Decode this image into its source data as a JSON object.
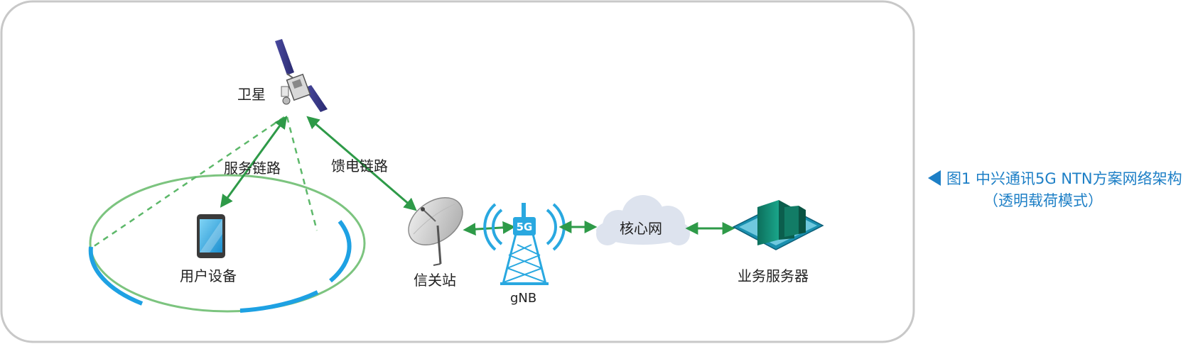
{
  "diagram": {
    "nodes": {
      "satellite": "卫星",
      "user_device": "用户设备",
      "gateway": "信关站",
      "gnb": "gNB",
      "gnb_badge": "5G",
      "core_network": "核心网",
      "app_server": "业务服务器"
    },
    "links": {
      "service_link": "服务链路",
      "feeder_link": "馈电链路"
    },
    "colors": {
      "link_arrow": "#2e9a48",
      "coverage_ring": "#7cc47f",
      "coverage_segment": "#1ea1e3",
      "frame_border": "#c8c8c8",
      "caption": "#1d7fc6",
      "tower": "#29a8e0",
      "cloud": "#dde3ee"
    }
  },
  "caption": {
    "marker_icon": "left-triangle",
    "line1": "图1  中兴通讯5G NTN方案网络架构",
    "line2": "（透明载荷模式）"
  }
}
